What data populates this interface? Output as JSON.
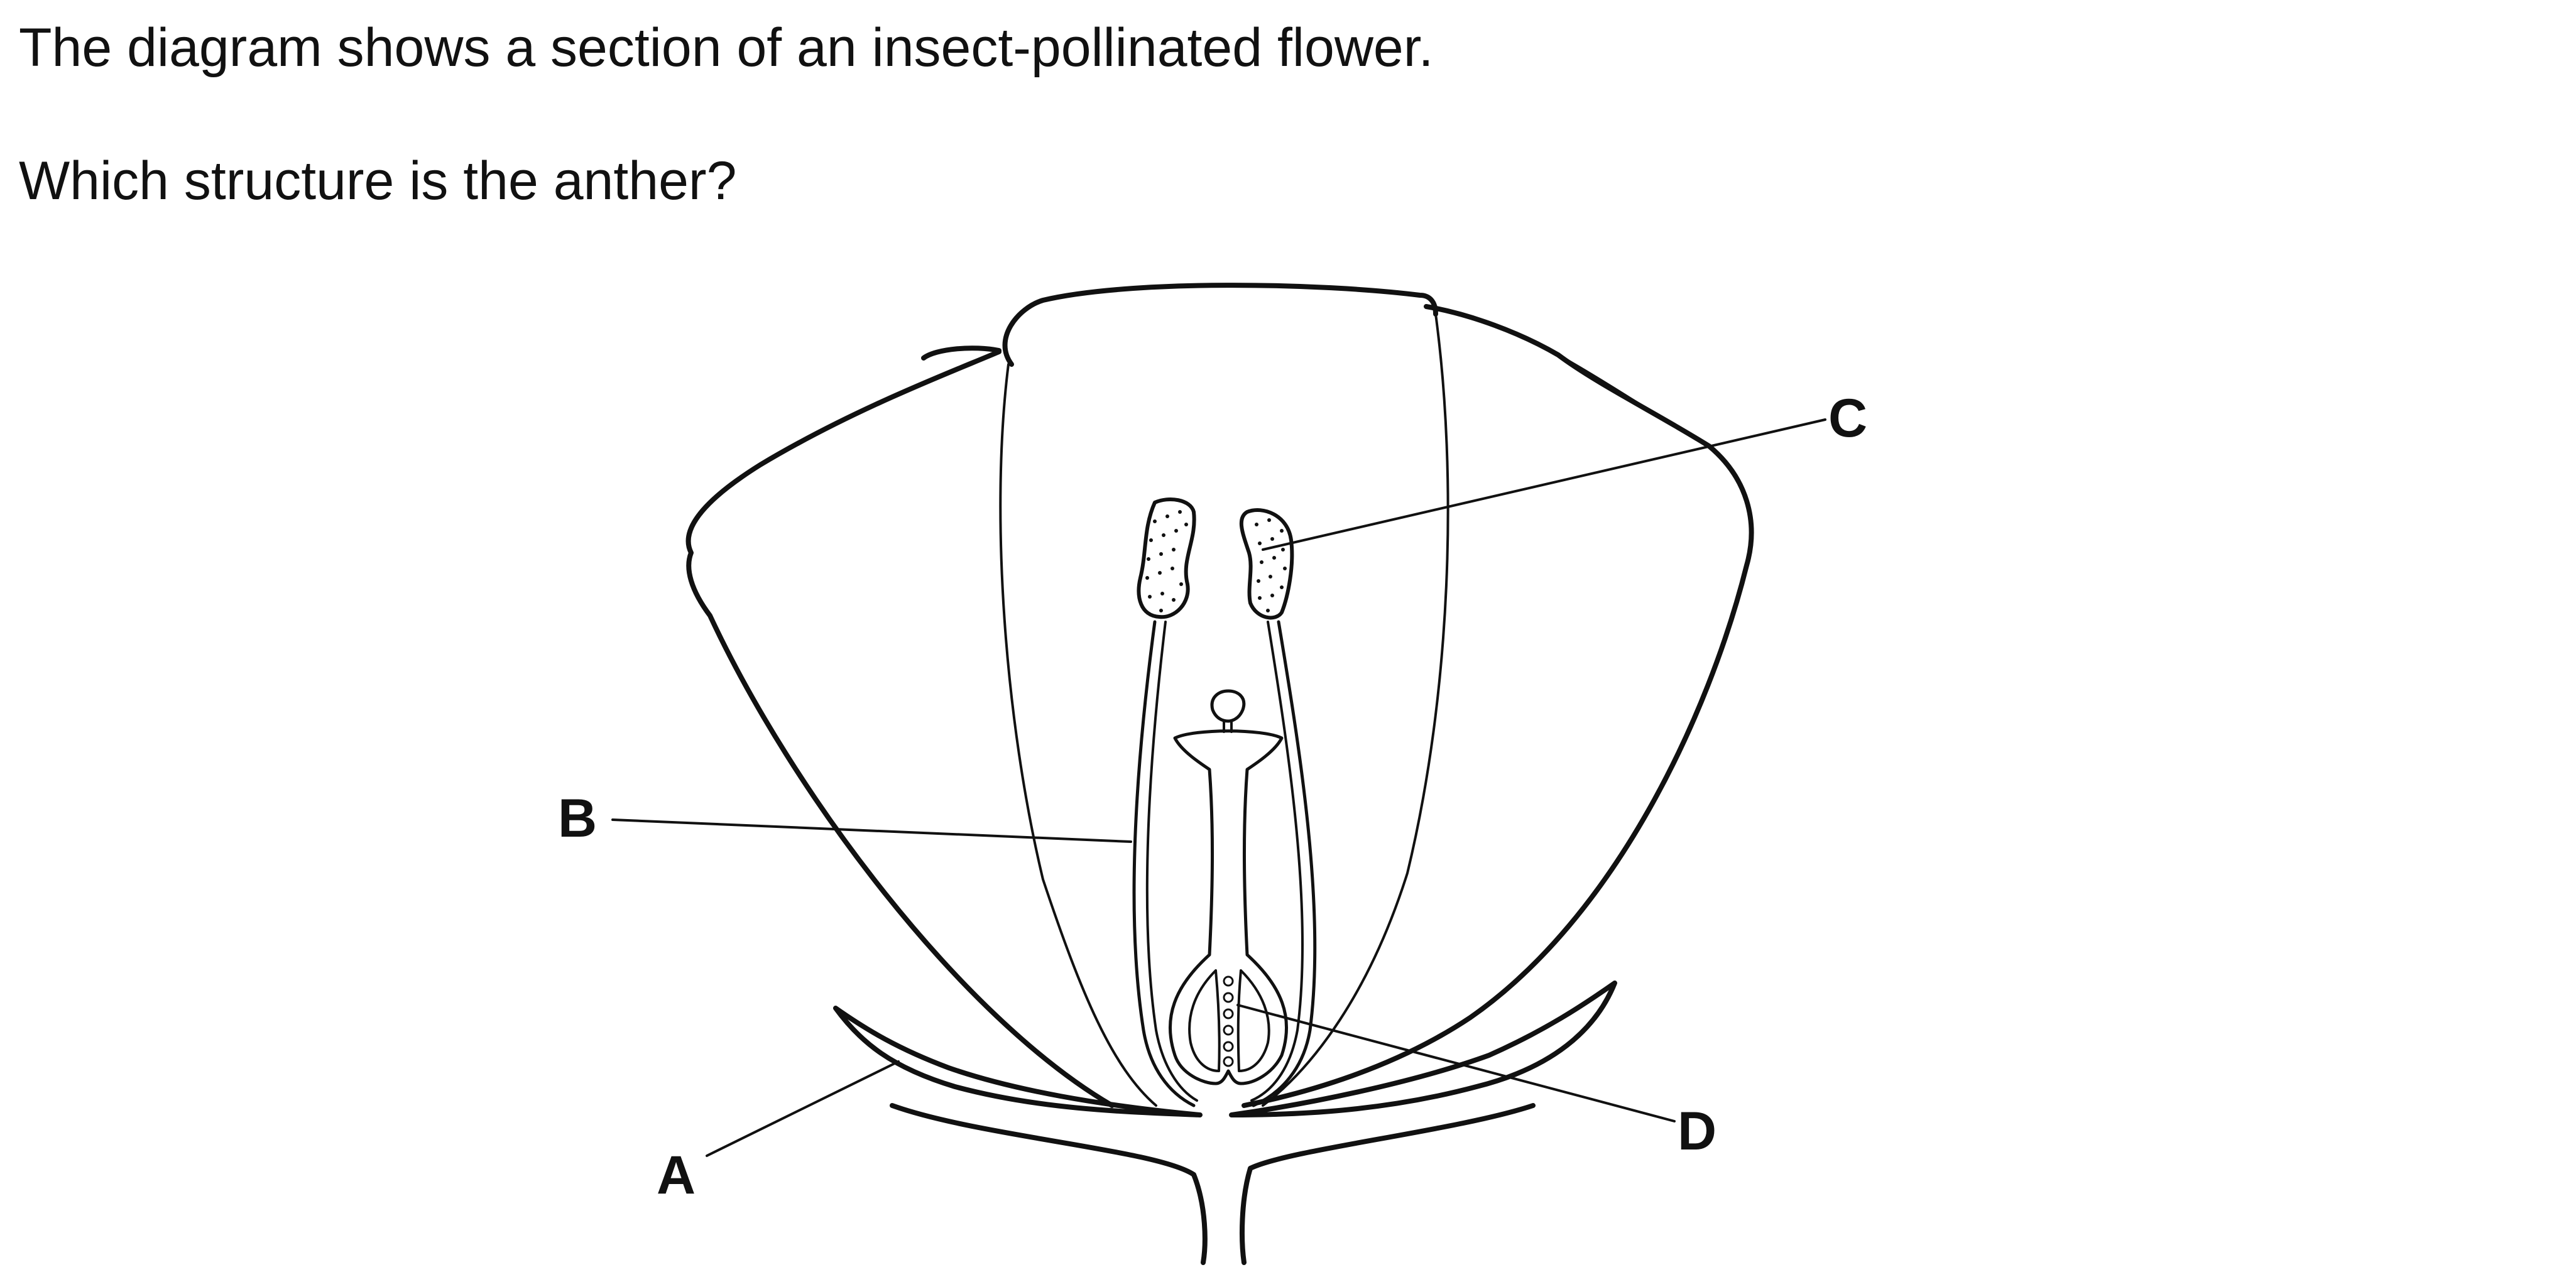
{
  "question": {
    "intro": "The diagram shows a section of an insect-pollinated flower.",
    "prompt": "Which structure is the anther?"
  },
  "diagram": {
    "labels": {
      "a": "A",
      "b": "B",
      "c": "C",
      "d": "D"
    }
  }
}
